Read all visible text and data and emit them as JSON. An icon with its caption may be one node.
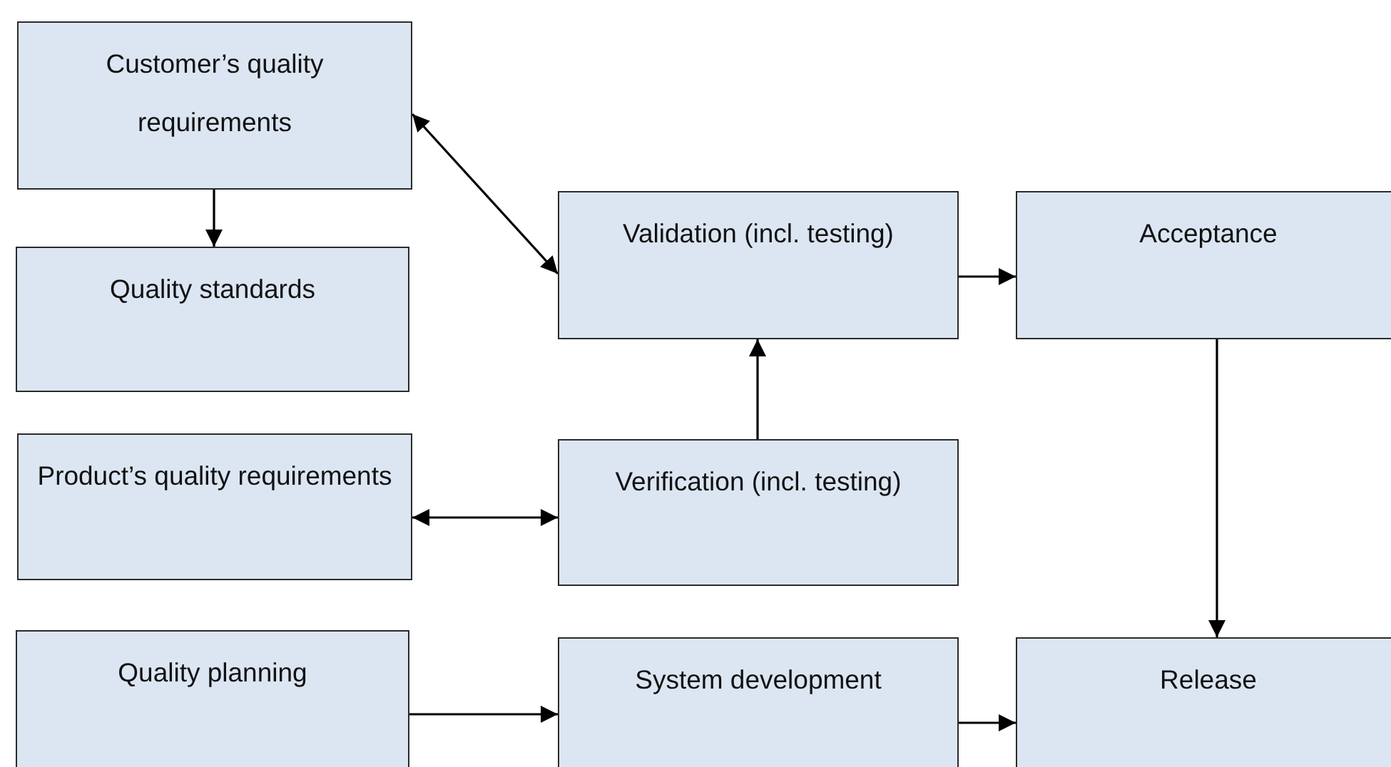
{
  "diagram": {
    "nodes": [
      {
        "text": [
          "Customer’s quality requirements"
        ]
      },
      {
        "text": [
          "Quality standards"
        ]
      },
      {
        "text": [
          "Validation (incl. testing)"
        ]
      },
      {
        "text": [
          "Acceptance"
        ]
      },
      {
        "text": [
          "Product’s quality requirements"
        ]
      },
      {
        "text": [
          "Verification (incl. testing)"
        ]
      },
      {
        "text": [
          "Quality planning"
        ]
      },
      {
        "text": [
          "System development"
        ]
      },
      {
        "text": [
          "Release"
        ]
      }
    ],
    "edges": [
      {
        "from": 0,
        "to": 1,
        "arrow": "to"
      },
      {
        "from": 0,
        "to": 2,
        "arrow": "both"
      },
      {
        "from": 2,
        "to": 3,
        "arrow": "to"
      },
      {
        "from": 5,
        "to": 2,
        "arrow": "to"
      },
      {
        "from": 4,
        "to": 5,
        "arrow": "both"
      },
      {
        "from": 3,
        "to": 8,
        "arrow": "to"
      },
      {
        "from": 6,
        "to": 7,
        "arrow": "to"
      },
      {
        "from": 7,
        "to": 8,
        "arrow": "to"
      }
    ]
  }
}
